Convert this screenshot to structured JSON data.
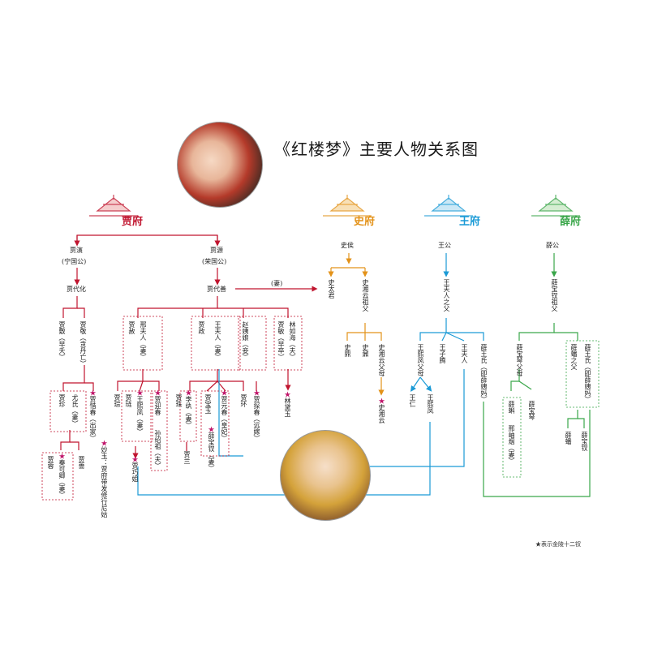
{
  "title": "《红楼梦》主要人物关系图",
  "houses": {
    "jia": "贾府",
    "shi": "史府",
    "wang": "王府",
    "xue": "薛府"
  },
  "colors": {
    "jia": "#c0152f",
    "shi": "#e39219",
    "wang": "#1a9ad6",
    "xue": "#3aa64a",
    "star": "#c0156a"
  },
  "jia": {
    "jiayan": "贾演",
    "ningguogong": "(宁国公)",
    "jiayuan": "贾源",
    "rongguogong": "(荣国公)",
    "jiadaihua": "贾代化",
    "jiadaishan": "贾代善",
    "wife_link": "(妻)",
    "jiafu": "贾敷（早夭）",
    "jiajing": "贾敬（贪丹亡）",
    "xingfuren": "邢夫人（妻）",
    "jiashe": "贾赦",
    "jiazheng": "贾政",
    "wangfuren": "王夫人（妻）",
    "zhaoyiniang": "赵姨娘（妾）",
    "jiamin": "贾敏（早卒）",
    "linruhai": "林如海（夫）",
    "jiazhen": "贾珍",
    "youshi": "尤氏（妻）",
    "xichun": "贾惜春（出家）",
    "jiacong": "贾琮",
    "jialian": "贾琏",
    "wangxifeng": "王熙凤（妻）",
    "yingchun": "贾迎春",
    "sunshaozu": "孙绍祖（夫）",
    "jiazhu": "贾珠",
    "liwan": "李纨（妻）",
    "jialan": "贾兰",
    "baoyu": "贾宝玉",
    "baochai": "薛宝钗（妻）",
    "yuanchun": "贾元春（皇妃）",
    "jiahuan": "贾环",
    "tanchun": "贾探春（远嫁）",
    "daiyu": "林黛玉",
    "jiarong": "贾蓉",
    "keqing": "秦可卿（妻）",
    "jiaqiang": "贾蔷",
    "qiaojie": "贾巧姐",
    "miaoyu": "妙玉：贾府带发修行尼姑"
  },
  "shi": {
    "shihou": "史侯",
    "shitaijun": "史太君",
    "shixiangyun_grandfather": "史湘云祖父",
    "shiding": "史鼎",
    "shinai": "史鼐",
    "parents": "史湘云父母",
    "xiangyun": "史湘云"
  },
  "wang": {
    "wanggong": "王公",
    "father": "王夫人之父",
    "xifeng_parents": "王熙凤父母",
    "wangziteng": "王子腾",
    "wangfuren": "王夫人",
    "xueshi": "薛王氏（即薛姨妈）",
    "wangren": "王仁",
    "wangxifeng": "王熙凤"
  },
  "xue": {
    "xuegong": "薛公",
    "grandfather": "薛宝钗祖父",
    "baoqin_parents": "薛宝琴父母",
    "baochai_father": "薛蟠之父",
    "xueshi": "薛王氏（即薛姨妈）",
    "xueke": "薛蝌",
    "xingxiuyan": "邢岫烟（妻）",
    "baoqin": "薛宝琴",
    "xuepan": "薛蟠",
    "baochai": "薛宝钗"
  },
  "legend": "★表示金陵十二钗"
}
